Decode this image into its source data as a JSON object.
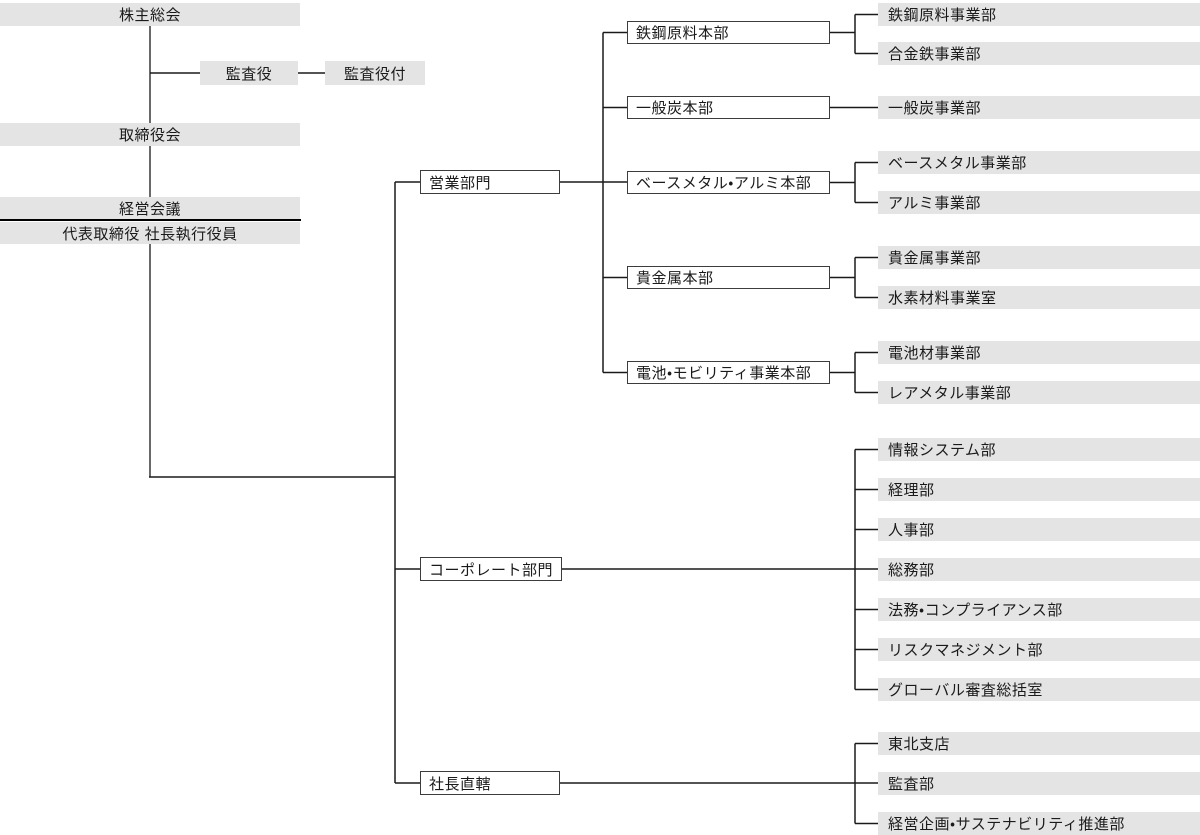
{
  "colors": {
    "bar_fill": "#e4e4e4",
    "box_border": "#3c3c3c",
    "line_dark": "#1a1a1a",
    "line_trunk": "#6a6a6a",
    "text": "#1a1a1a"
  },
  "governance": {
    "shareholders": "株主総会",
    "audit": "監査役",
    "audit_staff": "監査役付",
    "board": "取締役会",
    "management_meeting": "経営会議",
    "president": "代表取締役 社長執行役員"
  },
  "divisions": {
    "sales": {
      "label": "営業部門",
      "groups": [
        {
          "label": "鉄鋼原料本部",
          "children": [
            "鉄鋼原料事業部",
            "合金鉄事業部"
          ]
        },
        {
          "label": "一般炭本部",
          "children": [
            "一般炭事業部"
          ]
        },
        {
          "label": "ベースメタル・アルミ本部",
          "children": [
            "ベースメタル事業部",
            "アルミ事業部"
          ]
        },
        {
          "label": "貴金属本部",
          "children": [
            "貴金属事業部",
            "水素材料事業室"
          ]
        },
        {
          "label": "電池・モビリティ事業本部",
          "children": [
            "電池材事業部",
            "レアメタル事業部"
          ]
        }
      ]
    },
    "corporate": {
      "label": "コーポレート部門",
      "children": [
        "情報システム部",
        "経理部",
        "人事部",
        "総務部",
        "法務・コンプライアンス部",
        "リスクマネジメント部",
        "グローバル審査総括室"
      ]
    },
    "direct": {
      "label": "社長直轄",
      "children": [
        "東北支店",
        "監査部",
        "経営企画・サステナビリティ推進部"
      ]
    }
  }
}
